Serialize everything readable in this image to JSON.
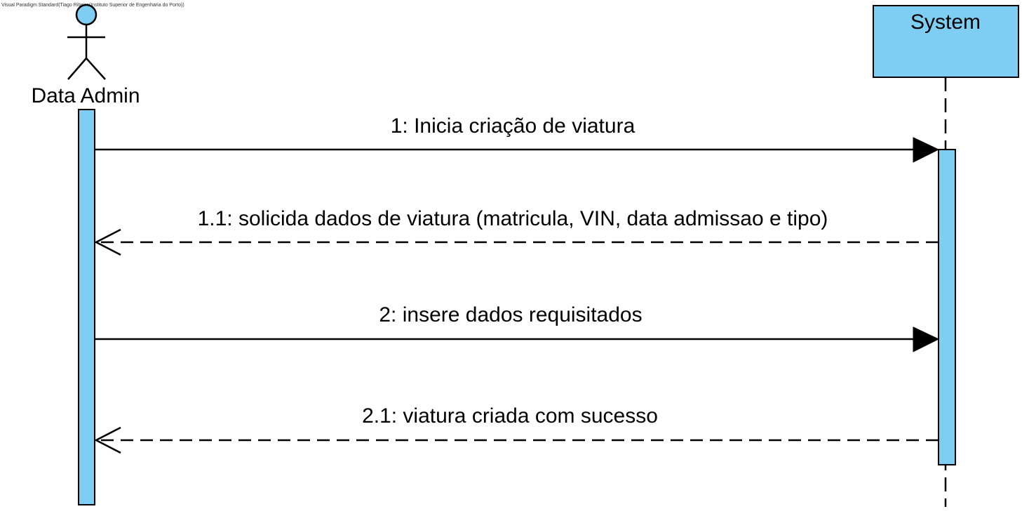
{
  "watermark": "Visual Paradigm Standard(Tiago Ribeiro(Instituto Superior de Engenharia do Porto))",
  "colors": {
    "fill": "#7ECEF4",
    "stroke": "#000000",
    "background": "#FFFFFF"
  },
  "actor": {
    "name": "Data Admin",
    "icon": "stick-figure-icon"
  },
  "system": {
    "name": "System"
  },
  "messages": [
    {
      "number": "1",
      "label": "1: Inicia criação de viatura",
      "direction": "actor-to-system",
      "style": "synchronous"
    },
    {
      "number": "1.1",
      "label": "1.1: solicida dados de viatura (matricula, VIN, data admissao e tipo)",
      "direction": "system-to-actor",
      "style": "return"
    },
    {
      "number": "2",
      "label": "2: insere dados requisitados",
      "direction": "actor-to-system",
      "style": "synchronous"
    },
    {
      "number": "2.1",
      "label": "2.1: viatura criada com sucesso",
      "direction": "system-to-actor",
      "style": "return"
    }
  ]
}
